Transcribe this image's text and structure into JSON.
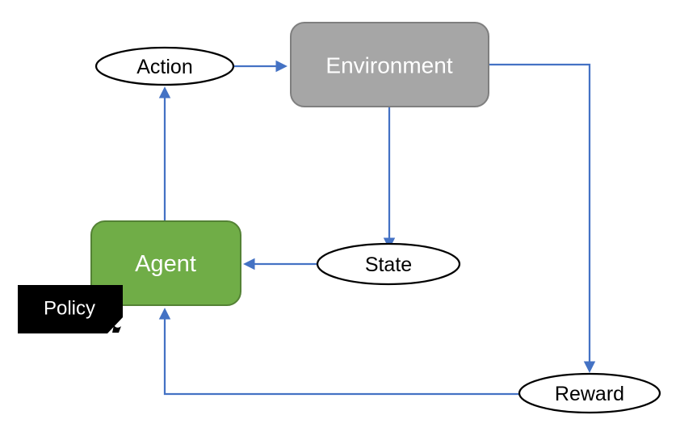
{
  "diagram": {
    "description": "Reinforcement learning loop diagram",
    "colors": {
      "arrow": "#4472c4",
      "background": "#ffffff",
      "ellipse_fill": "#ffffff",
      "ellipse_stroke": "#000000",
      "ellipse_text": "#000000",
      "environment_fill": "#a6a6a6",
      "environment_stroke": "#7f7f7f",
      "environment_text": "#ffffff",
      "agent_fill": "#70ad47",
      "agent_stroke": "#548235",
      "agent_text": "#ffffff",
      "policy_fill": "#000000",
      "policy_text": "#ffffff"
    },
    "nodes": {
      "environment": {
        "label": "Environment",
        "shape": "rounded-rectangle"
      },
      "agent": {
        "label": "Agent",
        "shape": "rounded-rectangle"
      },
      "action": {
        "label": "Action",
        "shape": "ellipse"
      },
      "state": {
        "label": "State",
        "shape": "ellipse"
      },
      "reward": {
        "label": "Reward",
        "shape": "ellipse"
      },
      "policy": {
        "label": "Policy",
        "shape": "folded-corner-rectangle"
      }
    },
    "edges": [
      {
        "from": "Action",
        "to": "Environment"
      },
      {
        "from": "Agent",
        "to": "Action"
      },
      {
        "from": "Environment",
        "to": "State"
      },
      {
        "from": "State",
        "to": "Agent"
      },
      {
        "from": "Environment",
        "to": "Reward"
      },
      {
        "from": "Reward",
        "to": "Agent"
      }
    ]
  }
}
